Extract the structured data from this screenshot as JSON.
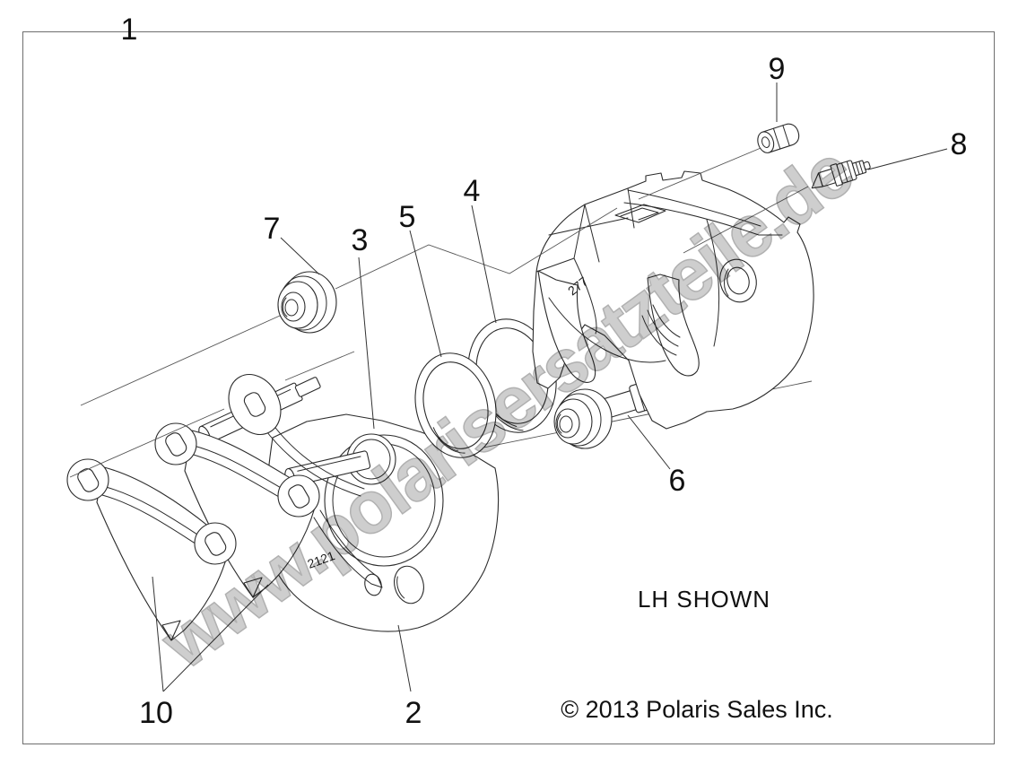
{
  "diagram": {
    "type": "exploded-parts-diagram",
    "subject": "Brake caliper assembly, exploded view",
    "note": "LH SHOWN",
    "copyright": "© 2013 Polaris Sales Inc.",
    "watermark": "www.polarisersatzteile.de",
    "markings": {
      "caliper": "277",
      "bracket": "2121"
    },
    "callouts": [
      {
        "label": "1"
      },
      {
        "label": "2"
      },
      {
        "label": "3"
      },
      {
        "label": "4"
      },
      {
        "label": "5"
      },
      {
        "label": "6"
      },
      {
        "label": "7"
      },
      {
        "label": "8"
      },
      {
        "label": "9"
      },
      {
        "label": "10"
      }
    ],
    "colors": {
      "line": "#2b2b2b",
      "watermark": "#c6c6c6",
      "background": "#ffffff"
    }
  }
}
